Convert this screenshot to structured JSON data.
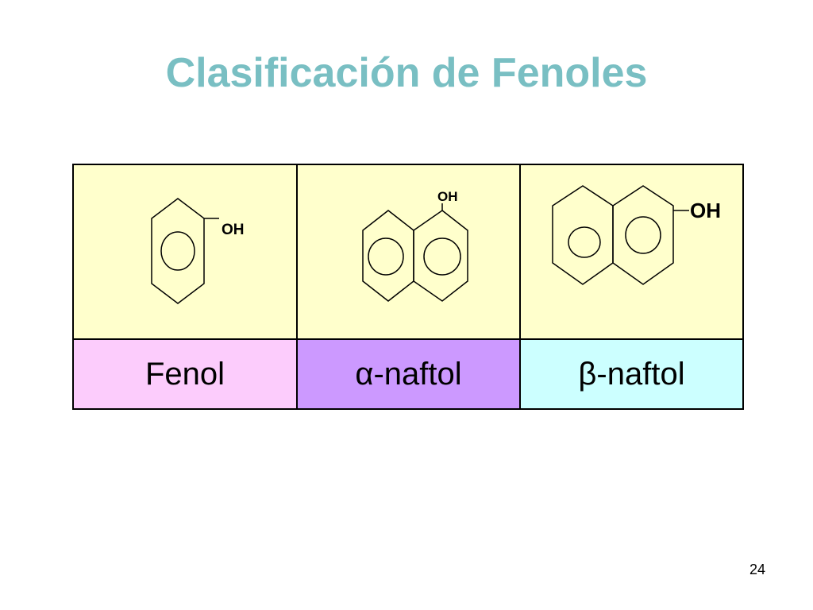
{
  "title": "Clasificación de Fenoles",
  "page_number": "24",
  "compounds": [
    {
      "name": "Fenol",
      "substituent": "OH"
    },
    {
      "name": "α-naftol",
      "substituent": "OH"
    },
    {
      "name": "β-naftol",
      "substituent": "OH"
    }
  ],
  "colors": {
    "title": "#79bfc3",
    "structure_bg": "#ffffcc",
    "fenol_bg": "#fcccfc",
    "alpha_bg": "#cc99ff",
    "beta_bg": "#ccffff"
  }
}
